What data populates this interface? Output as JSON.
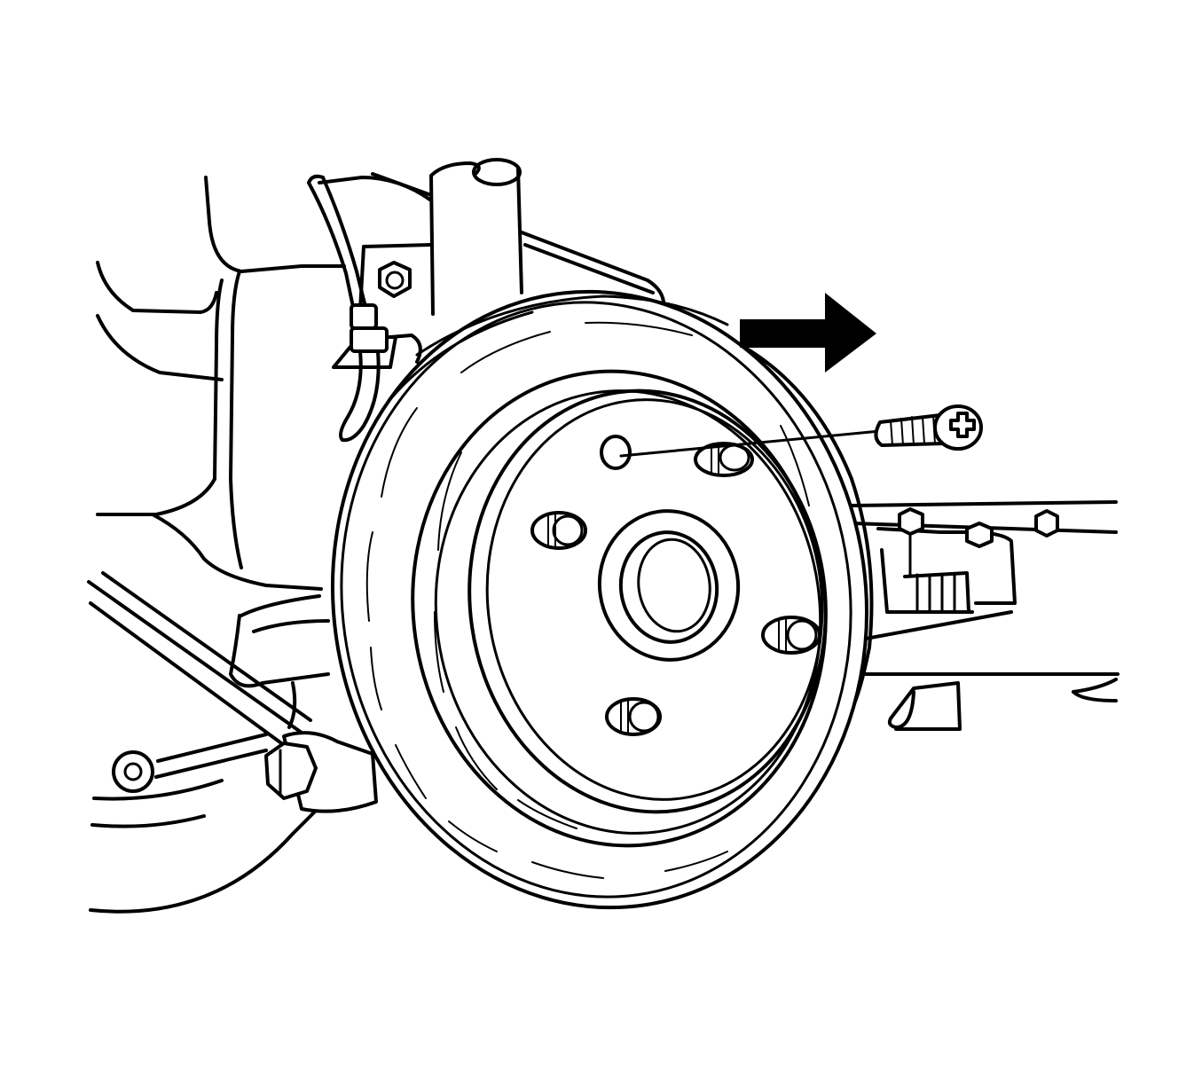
{
  "illustration": {
    "subject": "rear-brake-drum-removal",
    "parts": [
      {
        "name": "brake-drum",
        "icon": "brake-drum-icon"
      },
      {
        "name": "drum-retaining-screw",
        "icon": "phillips-screw-icon"
      },
      {
        "name": "wheel-stud",
        "icon": "wheel-stud-icon",
        "count": 4
      },
      {
        "name": "wheel-hub",
        "icon": "hub-icon"
      },
      {
        "name": "direction-arrow",
        "icon": "arrow-right-icon"
      }
    ],
    "line_color": "#000000",
    "background_color": "#ffffff"
  }
}
